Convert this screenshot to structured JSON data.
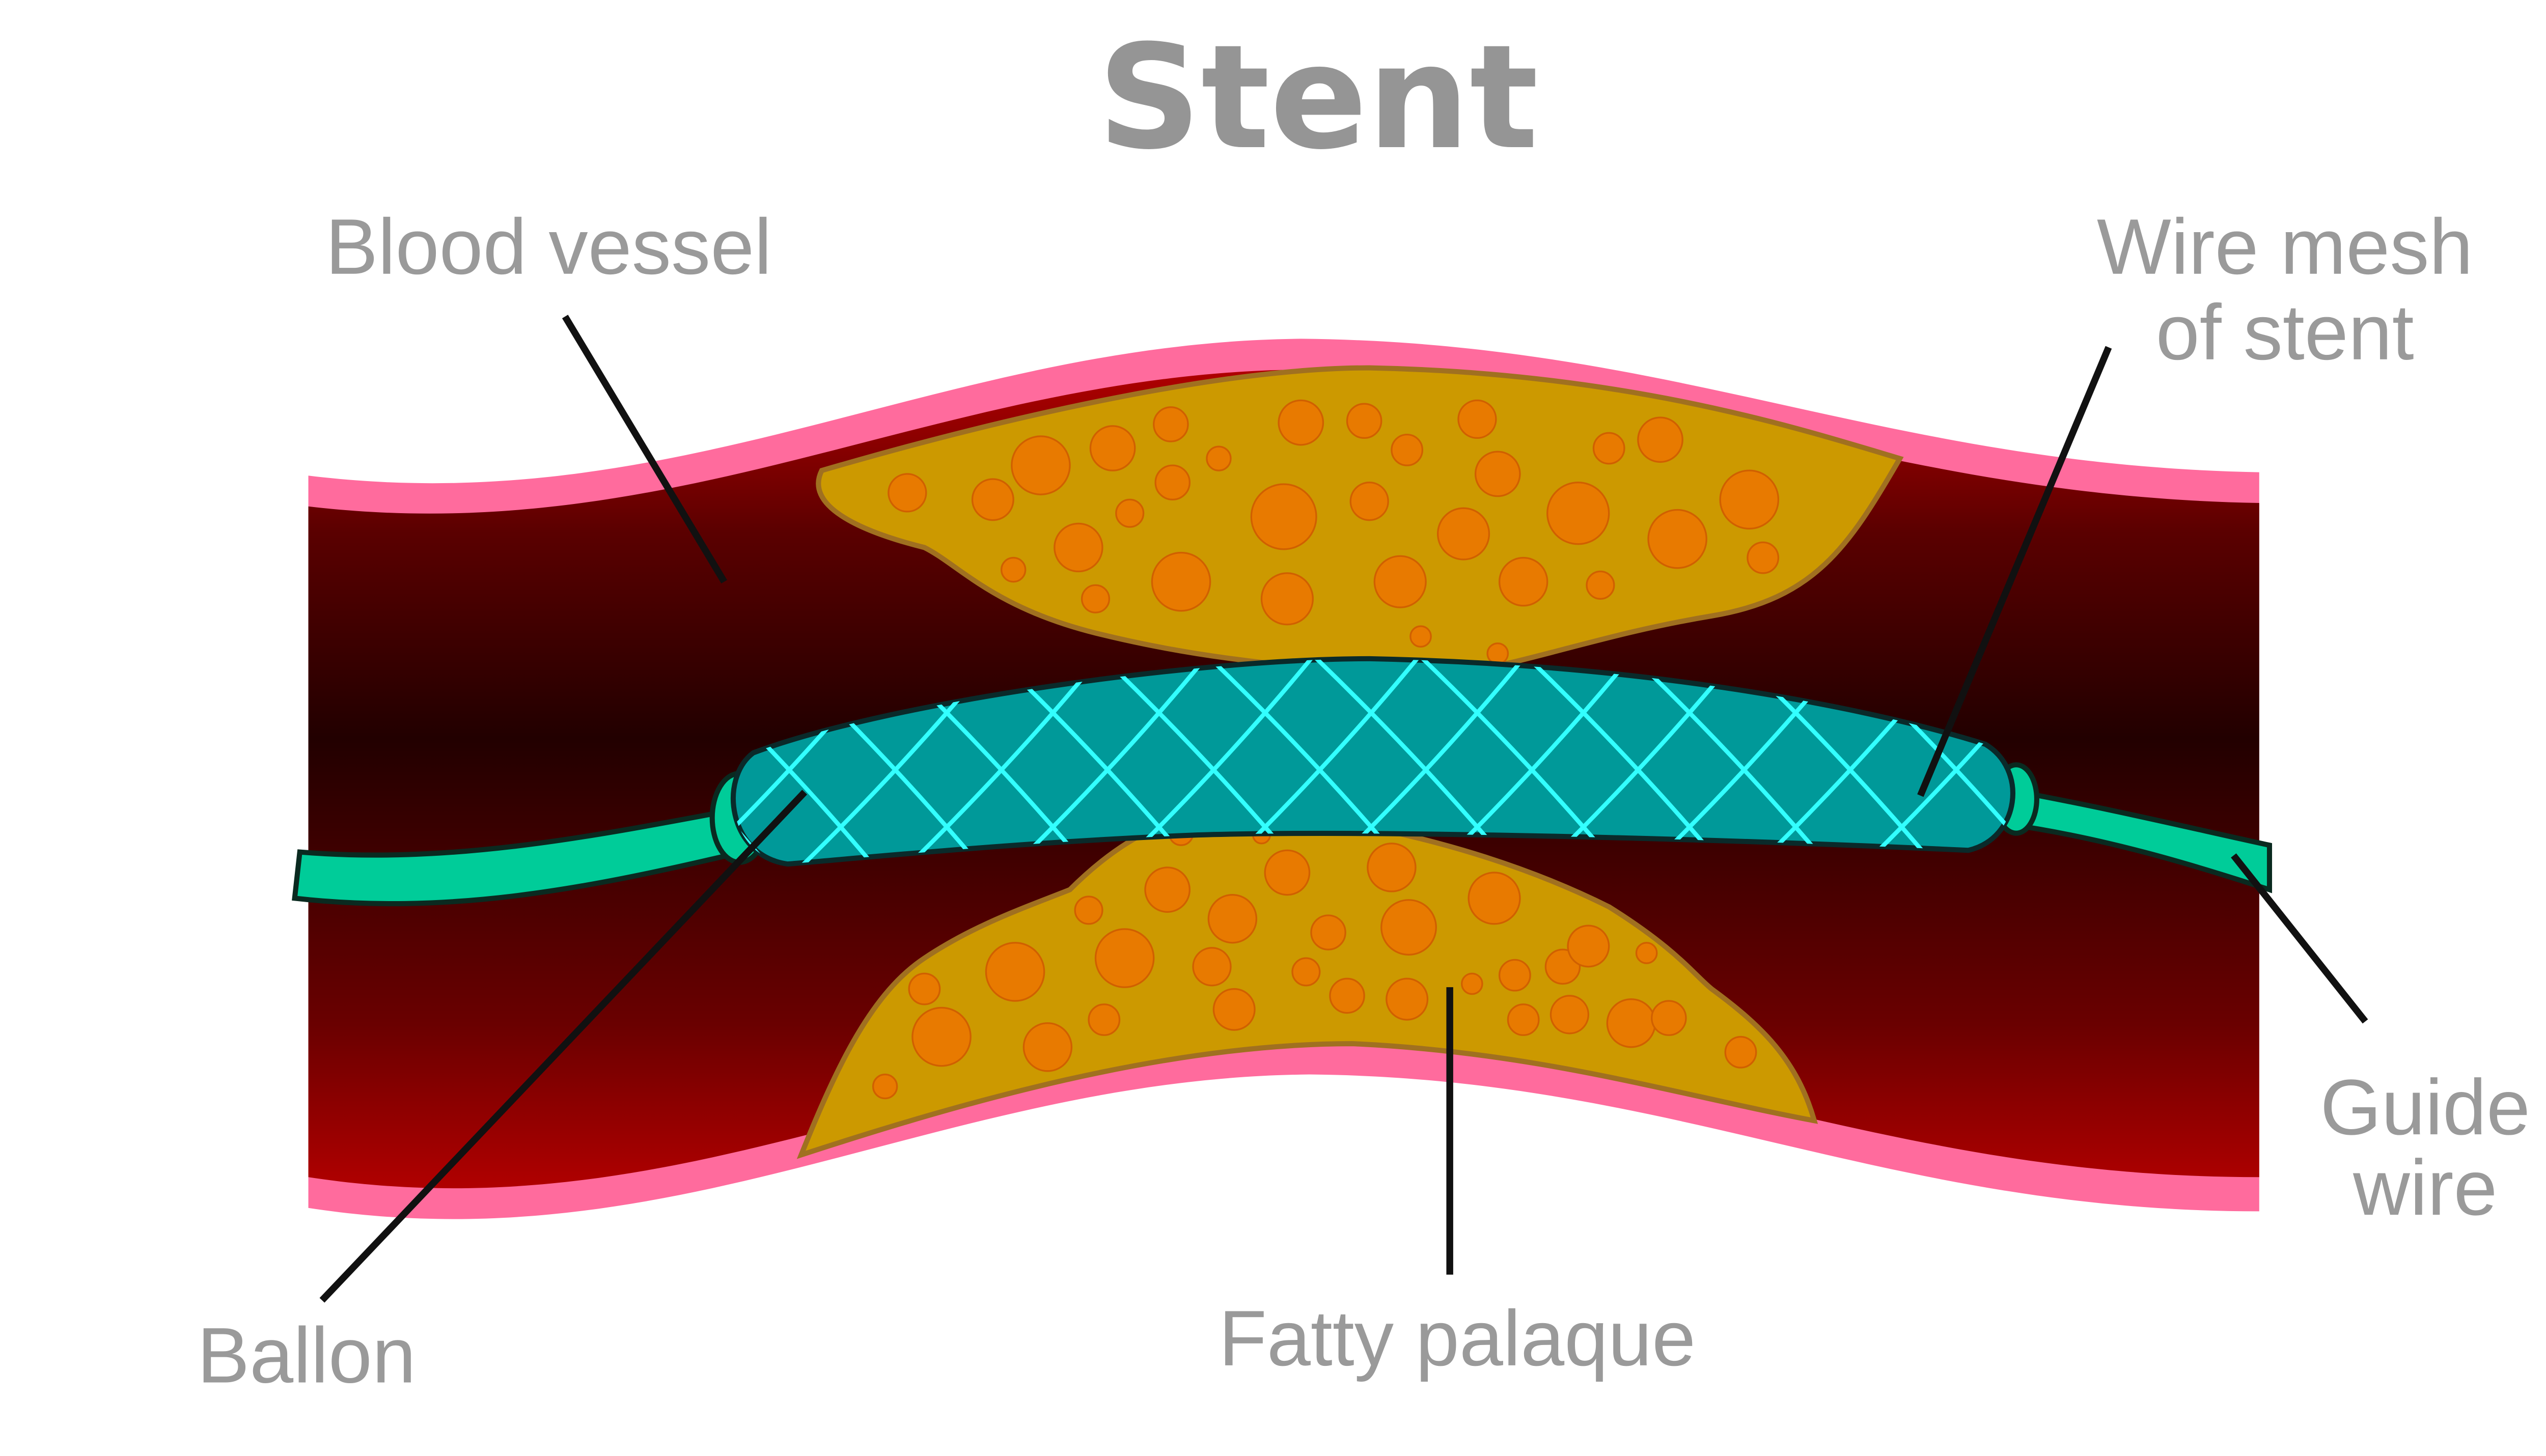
{
  "title": "Stent",
  "labels": {
    "blood_vessel": "Blood vessel",
    "wire_mesh_line1": "Wire mesh",
    "wire_mesh_line2": "of stent",
    "guide_wire_line1": "Guide",
    "guide_wire_line2": "wire",
    "balloon": "Ballon",
    "fatty_plaque": "Fatty palaque"
  },
  "colors": {
    "vessel_wall": "#ff6b9d",
    "blood_light": "#b00000",
    "blood_dark": "#220000",
    "plaque": "#cc9900",
    "plaque_spots": "#e87a00",
    "balloon": "#009999",
    "mesh": "#33ffff",
    "guide_wire": "#00cc99",
    "label_text": "#9a9a9a"
  }
}
